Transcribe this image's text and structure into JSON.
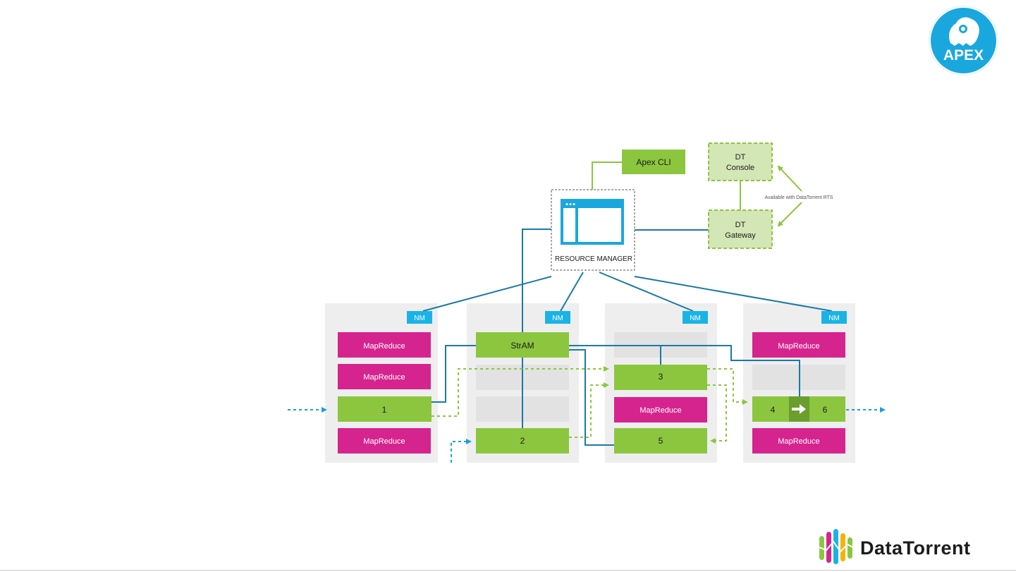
{
  "logos": {
    "apex": "APEX",
    "datatorrent": "DataTorrent"
  },
  "diagram": {
    "apex_cli": "Apex CLI",
    "resource_manager": "RESOURCE MANAGER",
    "dt_console": [
      "DT",
      "Console"
    ],
    "dt_gateway": [
      "DT",
      "Gateway"
    ],
    "available_note": "Available with DataTorrent RTS",
    "node_manager": "NM",
    "mapreduce": "MapReduce",
    "stram": "StrAM",
    "operators": [
      "1",
      "2",
      "3",
      "4",
      "5",
      "6"
    ]
  },
  "colors": {
    "green": "#8cc63f",
    "dark_green": "#6a9e2e",
    "light_green": "#d3e6b5",
    "magenta": "#d6248e",
    "cyan": "#1ab3e6",
    "teal_line": "#1a7aa6",
    "node_bg": "#eeeeee",
    "slot_bg": "#e2e2e2"
  }
}
